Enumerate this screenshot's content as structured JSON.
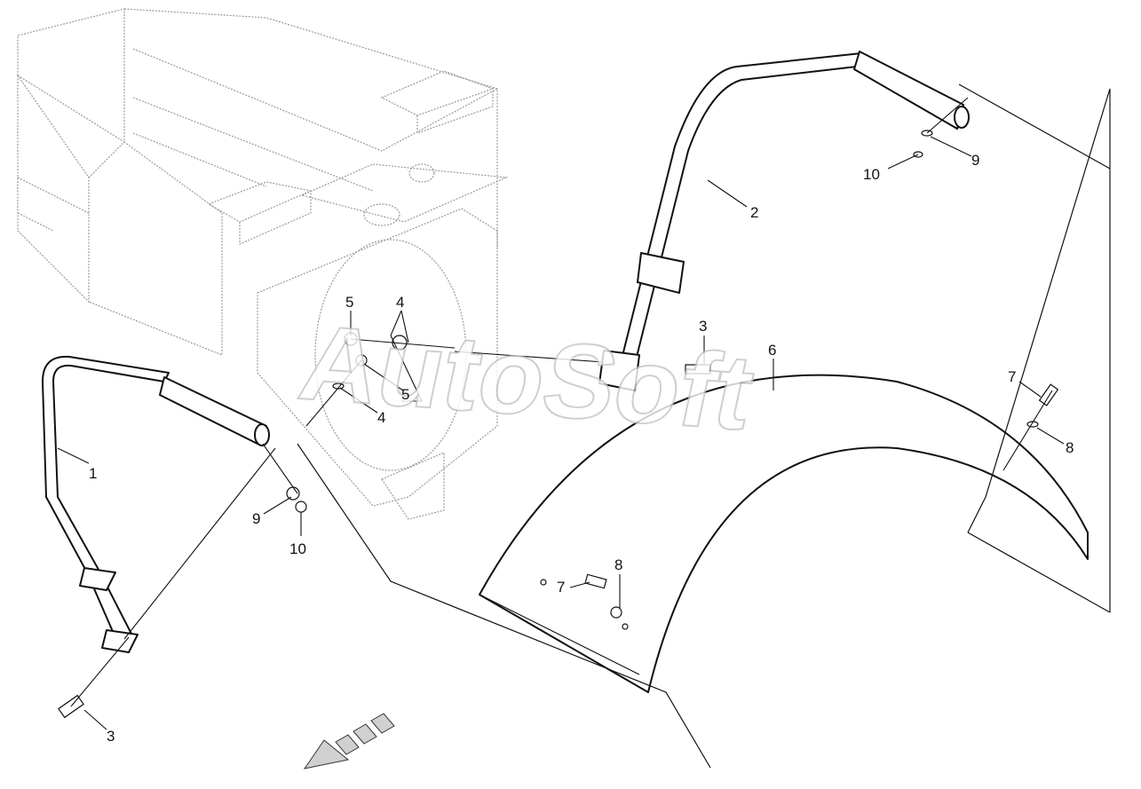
{
  "callouts": [
    {
      "id": "c1",
      "label": "1"
    },
    {
      "id": "c2",
      "label": "2"
    },
    {
      "id": "c3a",
      "label": "3"
    },
    {
      "id": "c3b",
      "label": "3"
    },
    {
      "id": "c4a",
      "label": "4"
    },
    {
      "id": "c4b",
      "label": "4"
    },
    {
      "id": "c5a",
      "label": "5"
    },
    {
      "id": "c5b",
      "label": "5"
    },
    {
      "id": "c6",
      "label": "6"
    },
    {
      "id": "c7a",
      "label": "7"
    },
    {
      "id": "c7b",
      "label": "7"
    },
    {
      "id": "c8a",
      "label": "8"
    },
    {
      "id": "c8b",
      "label": "8"
    },
    {
      "id": "c9a",
      "label": "9"
    },
    {
      "id": "c9b",
      "label": "9"
    },
    {
      "id": "c10a",
      "label": "10"
    },
    {
      "id": "c10b",
      "label": "10"
    }
  ],
  "watermark": "AutoSoft",
  "icons": {
    "direction": "forward-direction-arrow-icon"
  }
}
